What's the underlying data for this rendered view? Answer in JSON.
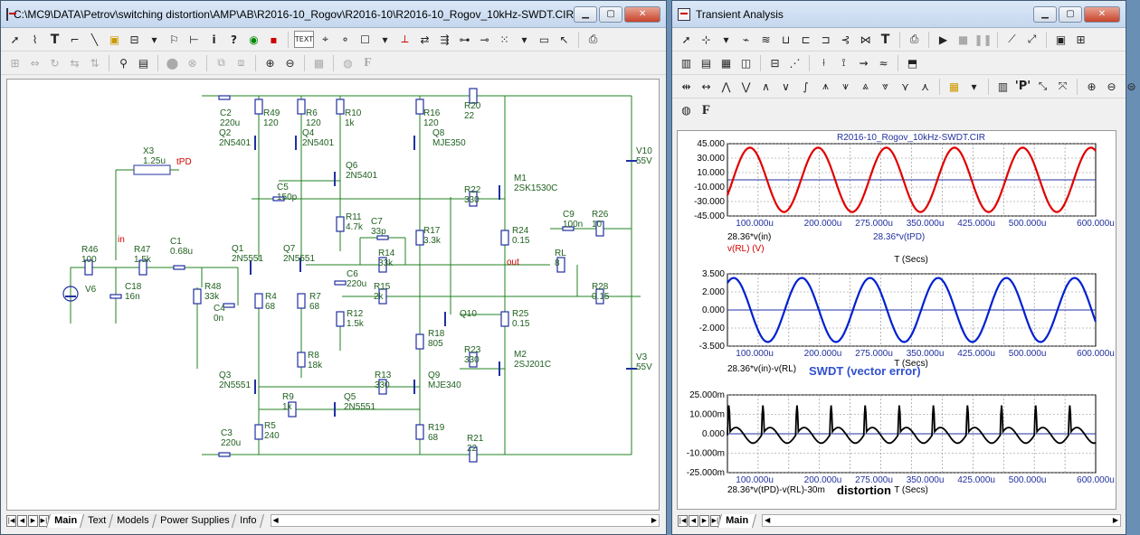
{
  "schematic_window": {
    "title": "C:\\MC9\\DATA\\Petrov\\switching distortion\\AMP\\AB\\R2016-10_Rogov\\R2016-10\\R2016-10_Rogov_10kHz-SWDT.CIR",
    "toolbar1": [
      "select-arrow",
      "wire",
      "text",
      "orthogonal-wire",
      "diagonal-wire",
      "component",
      "grid",
      "flag",
      "pin",
      "info",
      "help",
      "scope",
      "probe",
      "TEXT",
      "node-numbers",
      "pin-markers",
      "attribute",
      "wire-color",
      "node-voltage",
      "current",
      "power",
      "condition",
      "grid-snap",
      "bounding",
      "print"
    ],
    "toolbar2": [
      "select",
      "flip",
      "rotate",
      "mirror-x",
      "mirror-y",
      "find",
      "page-scroll",
      "stop",
      "cancel",
      "copy",
      "paste",
      "zoom-in",
      "zoom-out",
      "fit",
      "color",
      "font"
    ],
    "tabs": [
      "Main",
      "Text",
      "Models",
      "Power Supplies",
      "Info"
    ],
    "active_tab": "Main",
    "font_icon": "F",
    "text_button": "TEXT",
    "components": [
      {
        "name": "C2",
        "value": "220u"
      },
      {
        "name": "R49",
        "value": "120"
      },
      {
        "name": "R6",
        "value": "120"
      },
      {
        "name": "R10",
        "value": "1k"
      },
      {
        "name": "R16",
        "value": "120"
      },
      {
        "name": "R20",
        "value": "22"
      },
      {
        "name": "Q2",
        "value": "2N5401"
      },
      {
        "name": "Q4",
        "value": "2N5401"
      },
      {
        "name": "Q8",
        "value": "MJE350"
      },
      {
        "name": "V10",
        "value": "55V"
      },
      {
        "name": "X3",
        "value": "1.25u"
      },
      {
        "name": "tPD",
        "value": ""
      },
      {
        "name": "Q6",
        "value": "2N5401"
      },
      {
        "name": "C5",
        "value": "150p"
      },
      {
        "name": "R22",
        "value": "330"
      },
      {
        "name": "M1",
        "value": "2SK1530C"
      },
      {
        "name": "R11",
        "value": "4.7k"
      },
      {
        "name": "C7",
        "value": "33p"
      },
      {
        "name": "C9",
        "value": "100n"
      },
      {
        "name": "R26",
        "value": "10"
      },
      {
        "name": "R24",
        "value": "0.15"
      },
      {
        "name": "R17",
        "value": "3.3k"
      },
      {
        "name": "in",
        "value": ""
      },
      {
        "name": "R46",
        "value": "100"
      },
      {
        "name": "R47",
        "value": "1.5k"
      },
      {
        "name": "C1",
        "value": "0.68u"
      },
      {
        "name": "Q1",
        "value": "2N5551"
      },
      {
        "name": "Q7",
        "value": "2N5551"
      },
      {
        "name": "R14",
        "value": "33k"
      },
      {
        "name": "out",
        "value": ""
      },
      {
        "name": "RL",
        "value": "8"
      },
      {
        "name": "C18",
        "value": "16n"
      },
      {
        "name": "R48",
        "value": "33k"
      },
      {
        "name": "C4",
        "value": "0n"
      },
      {
        "name": "C6",
        "value": "220u"
      },
      {
        "name": "R15",
        "value": "2k"
      },
      {
        "name": "R28",
        "value": "0.15"
      },
      {
        "name": "V6",
        "value": ""
      },
      {
        "name": "R4",
        "value": "68"
      },
      {
        "name": "R7",
        "value": "68"
      },
      {
        "name": "R12",
        "value": "1.5k"
      },
      {
        "name": "Q10",
        "value": ""
      },
      {
        "name": "R25",
        "value": "0.15"
      },
      {
        "name": "R8",
        "value": "18k"
      },
      {
        "name": "R18",
        "value": "805"
      },
      {
        "name": "R23",
        "value": "330"
      },
      {
        "name": "M2",
        "value": "2SJ201C"
      },
      {
        "name": "V3",
        "value": "55V"
      },
      {
        "name": "Q3",
        "value": "2N5551"
      },
      {
        "name": "R13",
        "value": "330"
      },
      {
        "name": "Q9",
        "value": "MJE340"
      },
      {
        "name": "R9",
        "value": "1k"
      },
      {
        "name": "Q5",
        "value": "2N5551"
      },
      {
        "name": "R5",
        "value": "240"
      },
      {
        "name": "R19",
        "value": "68"
      },
      {
        "name": "C3",
        "value": "220u"
      },
      {
        "name": "R21",
        "value": "22"
      }
    ]
  },
  "transient_window": {
    "title": "Transient Analysis",
    "active_tab": "Main",
    "font_icon": "F",
    "p_button": "'P'",
    "plot_title": "R2016-10_Rogov_10kHz-SWDT.CIR",
    "x_ticks": [
      "100.000u",
      "200.000u",
      "275.000u",
      "350.000u",
      "425.000u",
      "500.000u",
      "600.000u"
    ],
    "x_axis_label": "T (Secs)",
    "panels": [
      {
        "y_ticks": [
          "45.000",
          "30.000",
          "10.000",
          "-10.000",
          "-30.000",
          "-45.000"
        ],
        "trace_labels": [
          "28.36*v(in)",
          "28.36*v(tPD)",
          "v(RL) (V)"
        ],
        "color": "#e00000"
      },
      {
        "y_ticks": [
          "3.500",
          "2.000",
          "0.000",
          "-2.000",
          "-3.500"
        ],
        "trace_labels": [
          "28.36*v(in)-v(RL)"
        ],
        "heading": "SWDT (vector error)",
        "color": "#0020d0"
      },
      {
        "y_ticks": [
          "25.000m",
          "10.000m",
          "0.000",
          "-10.000m",
          "-25.000m"
        ],
        "trace_labels": [
          "28.36*v(tPD)-v(RL)-30m"
        ],
        "heading": "distortion",
        "color": "#000000"
      }
    ]
  },
  "chart_data": [
    {
      "type": "line",
      "title": "R2016-10_Rogov_10kHz-SWDT.CIR",
      "xlabel": "T (Secs)",
      "ylabel": "v(RL) (V)",
      "xlim": [
        60,
        600
      ],
      "ylim": [
        -45,
        45
      ],
      "x_unit": "us",
      "series": [
        {
          "name": "28.36*v(in)",
          "frequency_khz": 10,
          "amplitude": 40
        }
      ]
    },
    {
      "type": "line",
      "xlabel": "T (Secs)",
      "ylabel": "",
      "xlim": [
        60,
        600
      ],
      "ylim": [
        -3.5,
        3.5
      ],
      "series": [
        {
          "name": "28.36*v(in)-v(RL)",
          "frequency_khz": 10,
          "amplitude": 3.1
        }
      ]
    },
    {
      "type": "line",
      "xlabel": "T (Secs)",
      "ylabel": "",
      "xlim": [
        60,
        600
      ],
      "ylim": [
        -25,
        25
      ],
      "y_unit": "m",
      "series": [
        {
          "name": "28.36*v(tPD)-v(RL)-30m",
          "frequency_khz": 20,
          "amplitude": 8
        }
      ]
    }
  ]
}
